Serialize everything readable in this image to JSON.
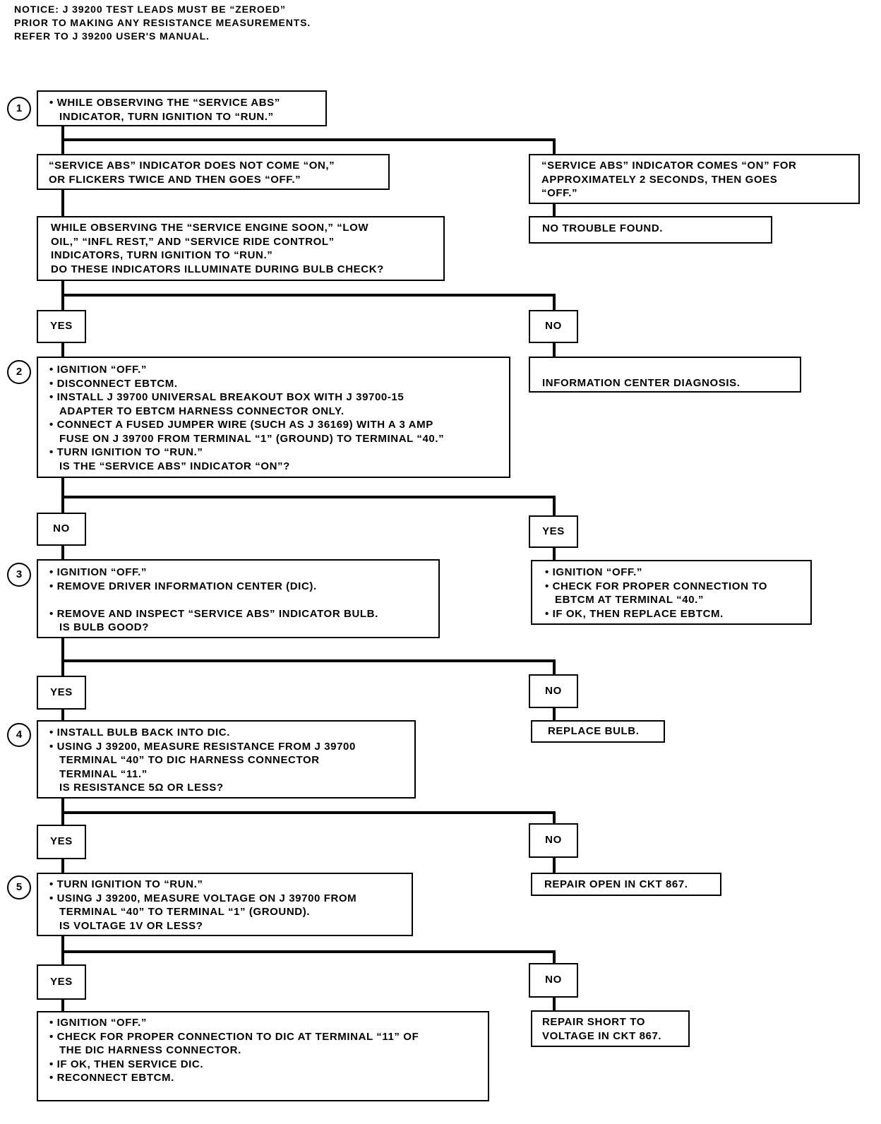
{
  "notice": {
    "lines": [
      "NOTICE: J 39200 TEST LEADS MUST BE “ZEROED”",
      "PRIOR TO MAKING ANY RESISTANCE MEASUREMENTS.",
      "REFER TO J 39200 USER'S MANUAL."
    ]
  },
  "steps": {
    "s1": {
      "number": "1",
      "lines": [
        "• WHILE OBSERVING THE “SERVICE ABS”",
        "INDICATOR, TURN IGNITION TO “RUN.”"
      ]
    },
    "s2": {
      "number": "2",
      "lines": [
        "• IGNITION “OFF.”",
        "• DISCONNECT EBTCM.",
        "• INSTALL J 39700 UNIVERSAL BREAKOUT BOX WITH J 39700-15",
        "ADAPTER TO EBTCM HARNESS CONNECTOR ONLY.",
        "• CONNECT A FUSED JUMPER WIRE (SUCH AS J 36169) WITH A 3 AMP",
        "FUSE ON J 39700 FROM TERMINAL “1” (GROUND) TO TERMINAL “40.”",
        "• TURN IGNITION TO “RUN.”",
        "IS THE “SERVICE ABS” INDICATOR “ON”?"
      ]
    },
    "s3": {
      "number": "3",
      "lines": [
        "• IGNITION “OFF.”",
        "• REMOVE DRIVER INFORMATION CENTER (DIC).",
        "",
        "• REMOVE AND INSPECT “SERVICE ABS” INDICATOR BULB.",
        "IS BULB GOOD?"
      ]
    },
    "s4": {
      "number": "4",
      "lines": [
        "• INSTALL BULB BACK INTO DIC.",
        "• USING J 39200, MEASURE RESISTANCE FROM J 39700",
        "TERMINAL “40” TO DIC HARNESS CONNECTOR",
        "TERMINAL “11.”",
        "IS RESISTANCE 5Ω OR LESS?"
      ]
    },
    "s5": {
      "number": "5",
      "lines": [
        "• TURN IGNITION TO “RUN.”",
        "• USING J 39200, MEASURE VOLTAGE ON J 39700 FROM",
        "TERMINAL “40” TO TERMINAL “1” (GROUND).",
        "IS VOLTAGE 1V OR LESS?"
      ]
    }
  },
  "boxes": {
    "abs_not_on": [
      "“SERVICE ABS” INDICATOR DOES NOT COME “ON,”",
      "OR FLICKERS TWICE AND THEN GOES “OFF.”"
    ],
    "abs_on": [
      "“SERVICE ABS” INDICATOR COMES “ON” FOR",
      "APPROXIMATELY 2 SECONDS, THEN GOES",
      "“OFF.”"
    ],
    "no_trouble": [
      "NO TROUBLE FOUND."
    ],
    "observe_indicators": [
      "WHILE OBSERVING THE “SERVICE ENGINE SOON,” “LOW",
      "OIL,” “INFL REST,” AND “SERVICE RIDE CONTROL”",
      "INDICATORS, TURN IGNITION TO “RUN.”",
      "DO THESE INDICATORS ILLUMINATE DURING BULB CHECK?"
    ],
    "info_center": [
      "INFORMATION CENTER DIAGNOSIS."
    ],
    "replace_ebtcm": [
      "• IGNITION “OFF.”",
      "• CHECK FOR PROPER CONNECTION TO",
      "EBTCM AT TERMINAL “40.”",
      "• IF OK, THEN REPLACE EBTCM."
    ],
    "replace_bulb": [
      "REPLACE BULB."
    ],
    "repair_open": [
      "REPAIR OPEN IN CKT 867."
    ],
    "service_dic": [
      "• IGNITION “OFF.”",
      "• CHECK FOR PROPER CONNECTION TO DIC AT TERMINAL “11” OF",
      "THE DIC HARNESS CONNECTOR.",
      "• IF OK, THEN SERVICE DIC.",
      "• RECONNECT EBTCM."
    ],
    "repair_short": [
      "REPAIR SHORT TO",
      "VOLTAGE IN CKT 867."
    ]
  },
  "labels": {
    "yes_a": "YES",
    "no_a": "NO",
    "no_b": "NO",
    "yes_b": "YES",
    "yes_c": "YES",
    "no_c": "NO",
    "yes_d": "YES",
    "no_d": "NO",
    "yes_e": "YES",
    "no_e": "NO"
  }
}
